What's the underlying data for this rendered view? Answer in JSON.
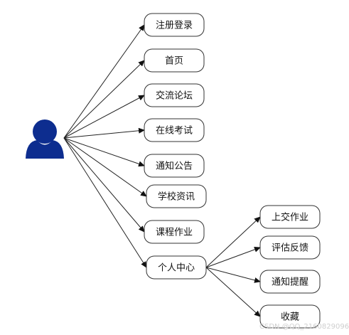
{
  "diagram": {
    "root": {
      "icon": "user-icon",
      "color": "#0d2d8f"
    },
    "primary_nodes": [
      {
        "label": "注册登录"
      },
      {
        "label": "首页"
      },
      {
        "label": "交流论坛"
      },
      {
        "label": "在线考试"
      },
      {
        "label": "通知公告"
      },
      {
        "label": "学校资讯"
      },
      {
        "label": "课程作业"
      },
      {
        "label": "个人中心"
      }
    ],
    "secondary_nodes": [
      {
        "label": "上交作业"
      },
      {
        "label": "评估反馈"
      },
      {
        "label": "通知提醒"
      },
      {
        "label": "收藏"
      }
    ]
  },
  "watermark": {
    "text": "CSDN @QQ_2160829096"
  }
}
